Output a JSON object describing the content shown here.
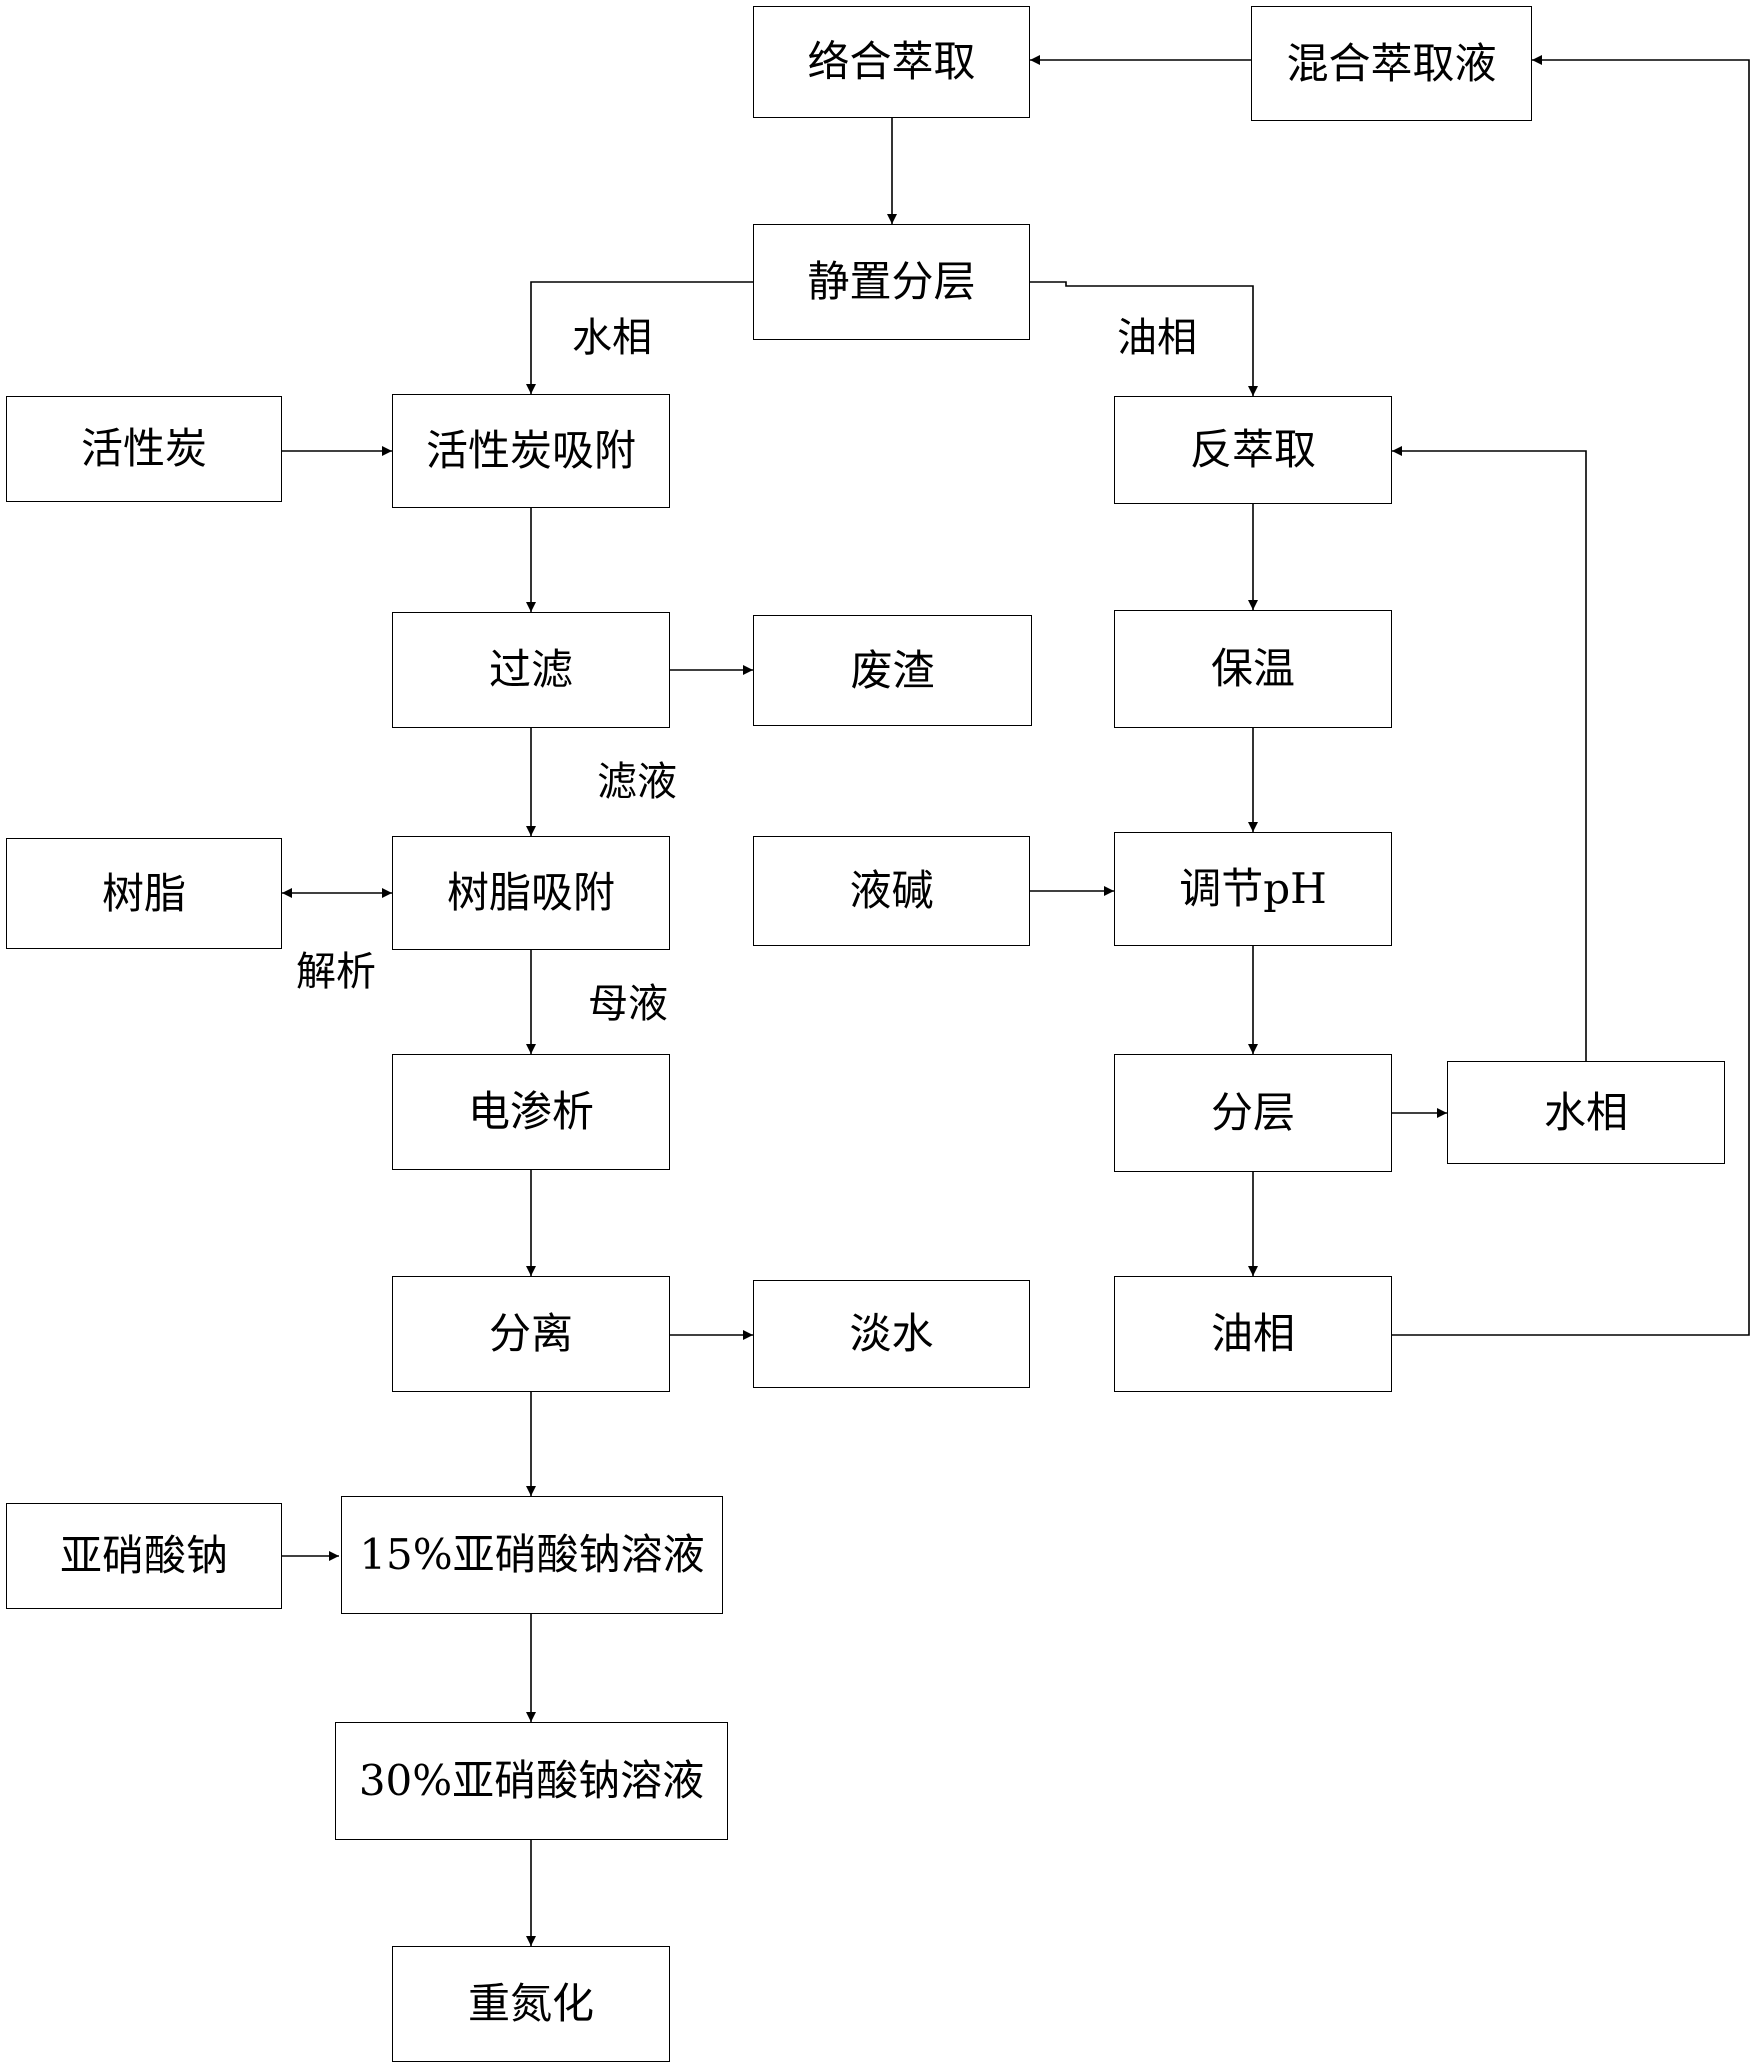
{
  "nodes": {
    "complex_extraction": "络合萃取",
    "mixed_extractant": "混合萃取液",
    "settle_layer": "静置分层",
    "activated_carbon": "活性炭",
    "carbon_adsorption": "活性炭吸附",
    "back_extraction": "反萃取",
    "filtration": "过滤",
    "waste_residue": "废渣",
    "heat_preservation": "保温",
    "resin": "树脂",
    "resin_adsorption": "树脂吸附",
    "liquid_alkali": "液碱",
    "adjust_ph": "调节pH",
    "electrodialysis": "电渗析",
    "layering": "分层",
    "water_phase_box": "水相",
    "separation": "分离",
    "fresh_water": "淡水",
    "oil_phase_box": "油相",
    "sodium_nitrite": "亚硝酸钠",
    "solution_15": "15%亚硝酸钠溶液",
    "solution_30": "30%亚硝酸钠溶液",
    "diazotization": "重氮化"
  },
  "labels": {
    "water_phase": "水相",
    "oil_phase": "油相",
    "filtrate": "滤液",
    "desorption": "解析",
    "mother_liquor": "母液"
  }
}
